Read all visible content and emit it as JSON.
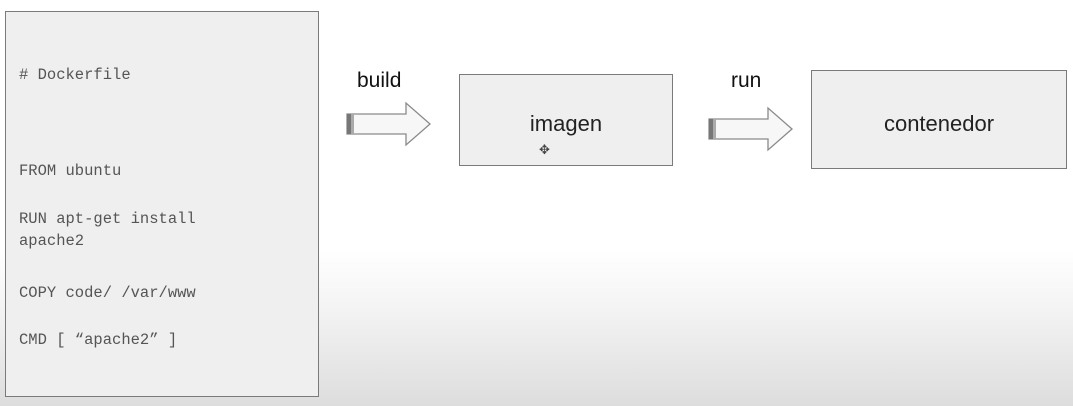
{
  "dockerfile": {
    "lines": [
      "# Dockerfile",
      "FROM ubuntu",
      "RUN apt-get install",
      "apache2",
      "COPY code/ /var/www",
      "CMD [ “apache2” ]"
    ]
  },
  "steps": {
    "build_label": "build",
    "run_label": "run"
  },
  "boxes": {
    "image_label": "imagen",
    "container_label": "contenedor"
  },
  "icons": {
    "arrow": "right-arrow-icon",
    "cursor": "move-cursor-icon"
  },
  "colors": {
    "box_fill": "#efefef",
    "box_border": "#7a7a7a",
    "code_text": "#555555"
  }
}
